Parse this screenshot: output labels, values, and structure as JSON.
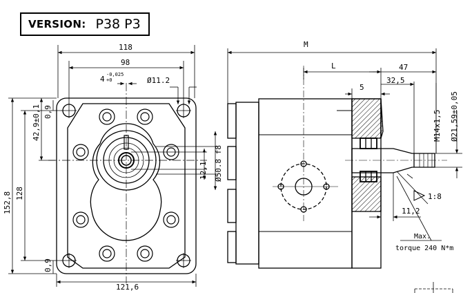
{
  "header": {
    "version_label": "VERSION:",
    "version_code": "P38 P3"
  },
  "front_view": {
    "dim_overall_width": "118",
    "dim_hole_spacing": "98",
    "dim_pilot_tol": "4",
    "dim_pilot_tol_upper": "-0,025",
    "dim_pilot_tol_lower": "+0",
    "dim_hole_dia": "Ø11.2",
    "dim_height_total": "152,8",
    "dim_height_holes": "128",
    "dim_shaft_offset": "42,9±0,1",
    "dim_top_offset": "0,9",
    "dim_bottom_offset": "0,9",
    "dim_base_width": "121,6",
    "dim_key_height": "12,1",
    "dim_pilot_dia": "Ø50.8 f8"
  },
  "side_view": {
    "dim_total_length": "M",
    "dim_length_L": "L",
    "dim_47": "47",
    "dim_32_5": "32,5",
    "dim_5": "5",
    "dim_thread": "M14x1,5",
    "dim_shaft_dia": "Ø21,59±0,05",
    "dim_taper": "1:8",
    "dim_11_2": "11,2",
    "note_max": "Max.",
    "note_torque": "torque 240 N*m"
  }
}
